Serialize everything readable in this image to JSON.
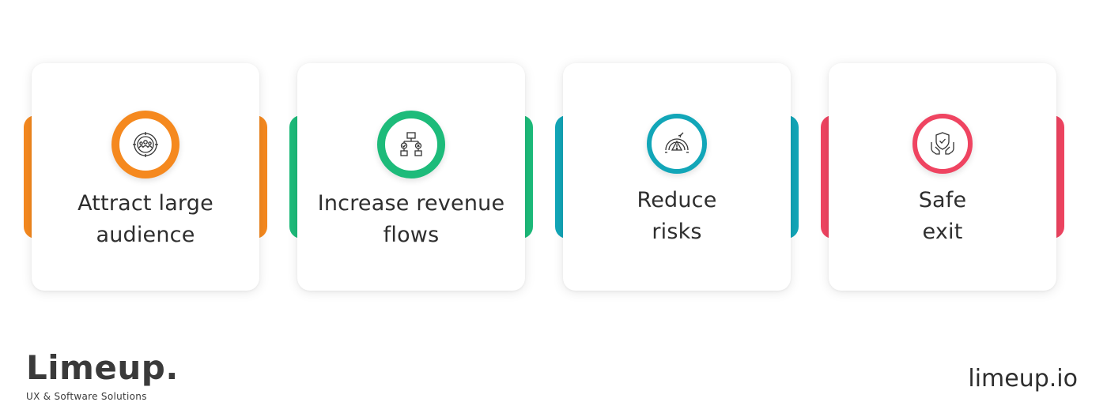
{
  "colors": {
    "orange": "#f5891f",
    "green": "#1dbb7a",
    "teal": "#12a6b8",
    "red": "#ef4461",
    "text": "#2e2e2e"
  },
  "cards": [
    {
      "line1": "Attract large",
      "line2": "audience",
      "color": "#f5891f",
      "icon": "audience-target-icon"
    },
    {
      "line1": "Increase revenue",
      "line2": "flows",
      "color": "#1dbb7a",
      "icon": "flowchart-icon"
    },
    {
      "line1": "Reduce",
      "line2": "risks",
      "color": "#12a6b8",
      "icon": "risk-gauge-icon"
    },
    {
      "line1": "Safe",
      "line2": "exit",
      "color": "#ef4461",
      "icon": "shield-hands-icon"
    }
  ],
  "brand": {
    "name": "Limeup.",
    "tagline": "UX & Software Solutions"
  },
  "site": "limeup.io"
}
